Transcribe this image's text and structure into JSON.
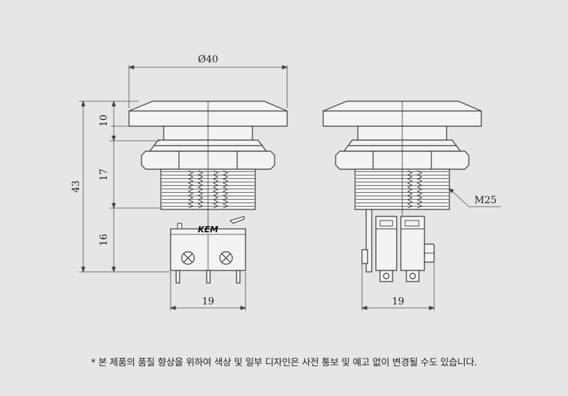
{
  "dimensions": {
    "diameter": "Ø40",
    "cap_height": "10",
    "body_height": "17",
    "total_height": "43",
    "switch_height": "16",
    "front_width": "19",
    "side_width": "19",
    "thread": "M25"
  },
  "brand": "KEM",
  "note": "* 본 제품의 품질 향상을 위하여 색상 및 일부 디자인은 사전 통보 및 예고 없이 변경될 수도 있습니다.",
  "colors": {
    "background": "#e6e6e6",
    "line": "#333333",
    "fill": "#f3f3f3"
  }
}
